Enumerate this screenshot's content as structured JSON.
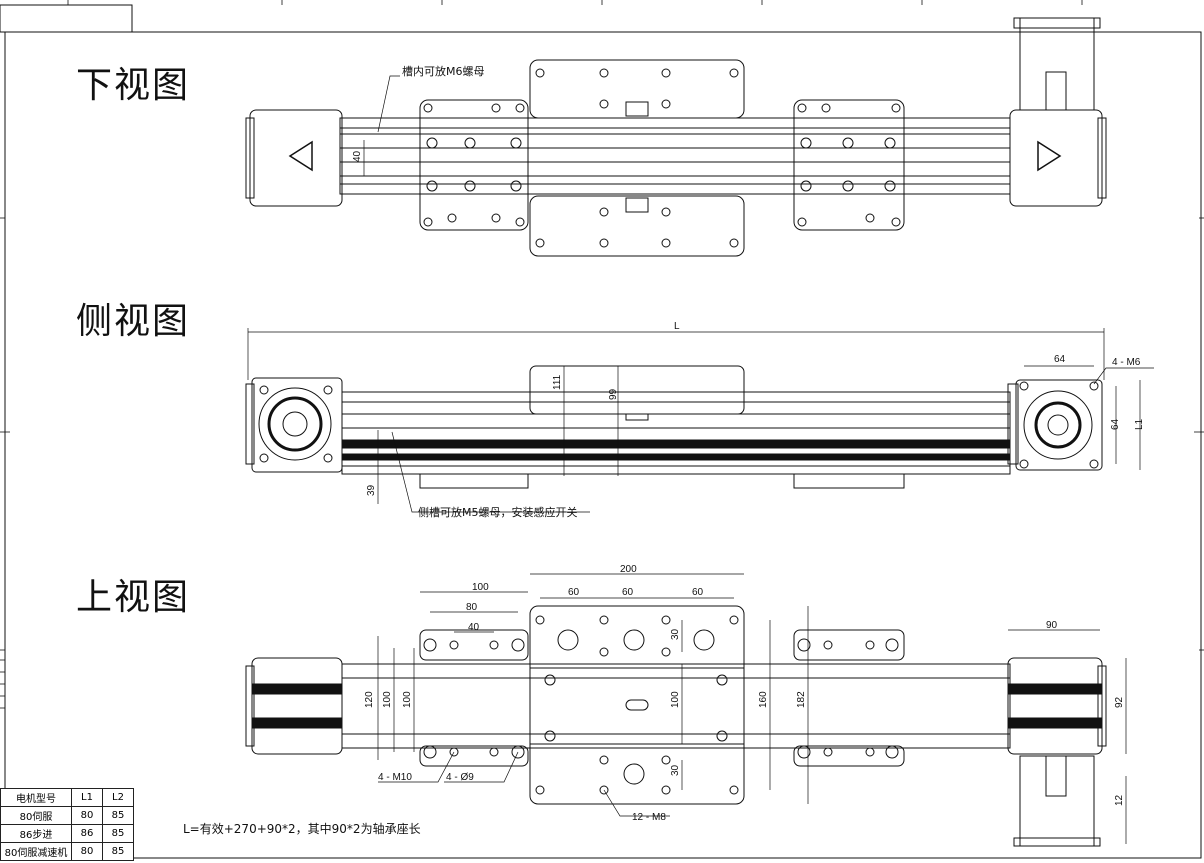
{
  "views": {
    "bottom": "下视图",
    "side": "侧视图",
    "top": "上视图"
  },
  "notes": {
    "slot_m6": "槽内可放M6螺母",
    "side_slot": "侧槽可放M5螺母，安装感应开关",
    "formula": "L=有效+270+90*2，其中90*2为轴承座长"
  },
  "dims": {
    "bottom_40": "40",
    "L": "L",
    "side_64": "64",
    "m6": "4 - M6",
    "side_64v": "64",
    "L1": "L1",
    "side_111": "111",
    "side_99": "99",
    "side_39": "39",
    "top_100": "100",
    "top_80": "80",
    "top_40": "40",
    "top_200": "200",
    "top_60a": "60",
    "top_60b": "60",
    "top_60c": "60",
    "top_30a": "30",
    "top_30b": "30",
    "top_90": "90",
    "top_120": "120",
    "top_100a": "100",
    "top_100b": "100",
    "top_100c": "100",
    "top_160": "160",
    "top_182": "182",
    "top_92": "92",
    "top_12": "12",
    "m10": "4 - M10",
    "d9": "4 - Ø9",
    "m8": "12 - M8"
  },
  "spec_table": {
    "headers": [
      "电机型号",
      "L1",
      "L2"
    ],
    "rows": [
      [
        "80伺服",
        "80",
        "85"
      ],
      [
        "86步进",
        "86",
        "85"
      ],
      [
        "80伺服减速机",
        "80",
        "85"
      ]
    ]
  }
}
